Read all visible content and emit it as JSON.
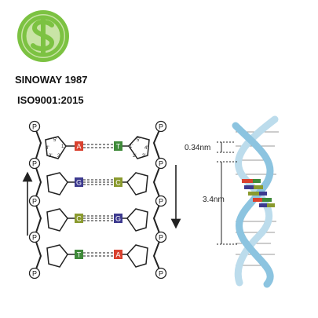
{
  "brand": {
    "name": "SINOWAY 1987",
    "certification": "ISO9001:2015",
    "colors": {
      "logo_green": "#7cc242",
      "logo_light": "#c9e4a6"
    }
  },
  "dna": {
    "phosphate_label": "P",
    "carbon_labels": [
      "5'",
      "4'",
      "3'",
      "2'",
      "1'"
    ],
    "base_pairs": [
      {
        "left": "A",
        "right": "T",
        "left_color": "#d9412e",
        "right_color": "#3f8a3a"
      },
      {
        "left": "G",
        "right": "C",
        "left_color": "#3d3a8f",
        "right_color": "#8a9a2e"
      },
      {
        "left": "C",
        "right": "G",
        "left_color": "#8a9a2e",
        "right_color": "#3d3a8f"
      },
      {
        "left": "T",
        "right": "A",
        "left_color": "#3f8a3a",
        "right_color": "#d9412e"
      }
    ],
    "measure_small": "0.34nm",
    "measure_large": "3.4nm",
    "helix_color": "#8cc4e0"
  }
}
